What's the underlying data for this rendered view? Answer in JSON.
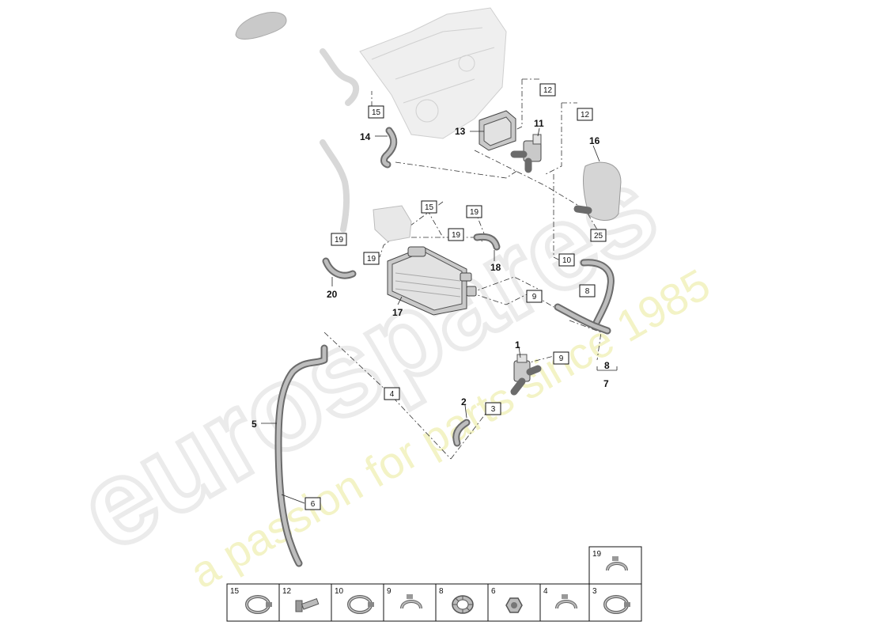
{
  "watermark": {
    "brand": "eurospares",
    "tagline": "a passion for parts since 1985"
  },
  "callouts": {
    "c1": "1",
    "c2": "2",
    "c5": "5",
    "c7": "7",
    "c8": "8",
    "c11": "11",
    "c13": "13",
    "c14": "14",
    "c16": "16",
    "c17": "17",
    "c18": "18",
    "c20": "20"
  },
  "boxed_refs": {
    "b12a": "12",
    "b12b": "12",
    "b15a": "15",
    "b15b": "15",
    "b19a": "19",
    "b19b": "19",
    "b19c": "19",
    "b19d": "19",
    "b25": "25",
    "b10": "10",
    "b8": "8",
    "b9a": "9",
    "b9b": "9",
    "b4": "4",
    "b3": "3",
    "b6": "6"
  },
  "fastener_legend": [
    {
      "label": "15",
      "icon": "hose-clamp-icon"
    },
    {
      "label": "12",
      "icon": "bolt-icon"
    },
    {
      "label": "10",
      "icon": "hose-clamp-icon"
    },
    {
      "label": "9",
      "icon": "spring-clip-icon"
    },
    {
      "label": "8",
      "icon": "ribbed-clip-icon"
    },
    {
      "label": "6",
      "icon": "nut-icon"
    },
    {
      "label": "4",
      "icon": "spring-clip-icon"
    },
    {
      "label": "3",
      "icon": "hose-clamp-icon"
    }
  ],
  "fastener_legend_top": {
    "label": "19",
    "icon": "spring-clip-icon"
  }
}
